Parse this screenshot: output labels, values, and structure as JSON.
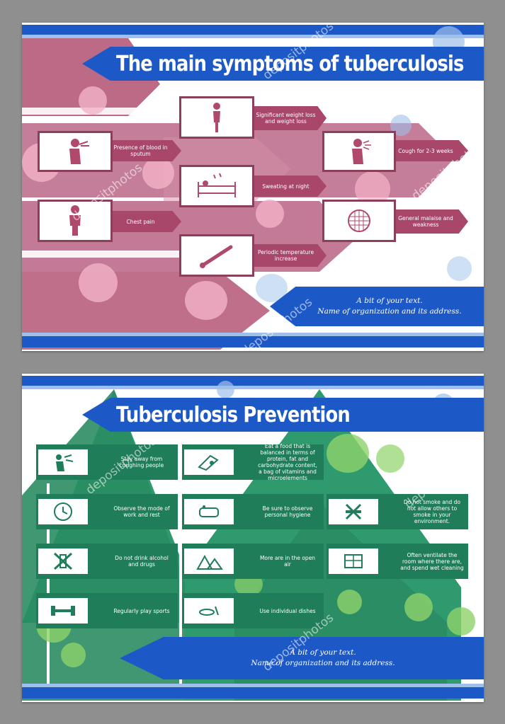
{
  "colors": {
    "blue": "#1d59c6",
    "pink": "#a9476a",
    "pink_light": "#f3b3c8",
    "green": "#1f7d5a",
    "green_light": "#2f9a6d",
    "lime": "#8fd26a"
  },
  "card1": {
    "title": "The main symptoms of tuberculosis",
    "symptoms": [
      {
        "label": "Presence of blood in sputum",
        "icon": "coughing-blood-icon"
      },
      {
        "label": "Chest pain",
        "icon": "person-icon"
      },
      {
        "label": "Significant weight loss and weight loss",
        "icon": "thin-person-icon"
      },
      {
        "label": "Sweating at night",
        "icon": "bed-icon"
      },
      {
        "label": "Periodic temperature increase",
        "icon": "thermometer-icon"
      },
      {
        "label": "Cough for 2-3 weeks",
        "icon": "coughing-person-icon"
      },
      {
        "label": "General malaise and weakness",
        "icon": "virus-ball-icon"
      }
    ],
    "footer": {
      "line1": "A bit of your text.",
      "line2": "Name of organization and its address."
    }
  },
  "card2": {
    "title": "Tuberculosis Prevention",
    "tips": [
      {
        "label": "Stay away from coughing people",
        "icon": "avoid-cough-icon"
      },
      {
        "label": "Observe the mode of work and rest",
        "icon": "clock-icon"
      },
      {
        "label": "Do not drink alcohol and drugs",
        "icon": "no-alcohol-icon"
      },
      {
        "label": "Regularly play sports",
        "icon": "dumbbell-icon"
      },
      {
        "label": "Eat a food that is balanced in terms of protein, fat and carbohydrate content, a bag of vitamins and microelements",
        "icon": "food-icon"
      },
      {
        "label": "Be sure to observe personal hygiene",
        "icon": "soap-icon"
      },
      {
        "label": "More are in the open air",
        "icon": "nature-icon"
      },
      {
        "label": "Use individual dishes",
        "icon": "dishes-icon"
      },
      {
        "label": "Do not smoke and do not allow others to smoke in your environment.",
        "icon": "no-smoking-icon"
      },
      {
        "label": "Often ventilate the room where there are, and spend wet cleaning",
        "icon": "cleaning-icon"
      }
    ],
    "footer": {
      "line1": "A bit of your text.",
      "line2": "Name of organization and its address."
    }
  },
  "watermark": "depositphotos"
}
